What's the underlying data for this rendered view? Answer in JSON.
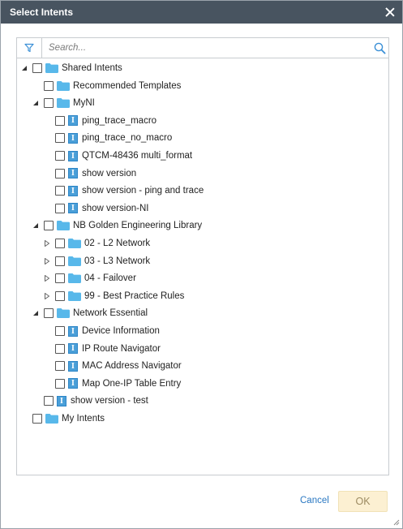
{
  "dialog": {
    "title": "Select Intents"
  },
  "search": {
    "placeholder": "Search..."
  },
  "tree": [
    {
      "label": "Shared Intents",
      "type": "folder",
      "level": 0,
      "toggle": "expanded"
    },
    {
      "label": "Recommended Templates",
      "type": "folder",
      "level": 1,
      "toggle": "none"
    },
    {
      "label": "MyNI",
      "type": "folder",
      "level": 1,
      "toggle": "expanded"
    },
    {
      "label": "ping_trace_macro",
      "type": "intent",
      "level": 2,
      "toggle": "none"
    },
    {
      "label": "ping_trace_no_macro",
      "type": "intent",
      "level": 2,
      "toggle": "none"
    },
    {
      "label": "QTCM-48436 multi_format",
      "type": "intent",
      "level": 2,
      "toggle": "none"
    },
    {
      "label": "show version",
      "type": "intent",
      "level": 2,
      "toggle": "none"
    },
    {
      "label": "show version - ping and trace",
      "type": "intent",
      "level": 2,
      "toggle": "none"
    },
    {
      "label": "show version-NI",
      "type": "intent",
      "level": 2,
      "toggle": "none"
    },
    {
      "label": "NB Golden Engineering Library",
      "type": "folder",
      "level": 1,
      "toggle": "expanded"
    },
    {
      "label": "02 - L2 Network",
      "type": "folder",
      "level": 2,
      "toggle": "collapsed"
    },
    {
      "label": "03 - L3 Network",
      "type": "folder",
      "level": 2,
      "toggle": "collapsed"
    },
    {
      "label": "04 - Failover",
      "type": "folder",
      "level": 2,
      "toggle": "collapsed"
    },
    {
      "label": "99 - Best Practice Rules",
      "type": "folder",
      "level": 2,
      "toggle": "collapsed"
    },
    {
      "label": "Network Essential",
      "type": "folder",
      "level": 1,
      "toggle": "expanded"
    },
    {
      "label": "Device Information",
      "type": "intent",
      "level": 2,
      "toggle": "none"
    },
    {
      "label": "IP Route Navigator",
      "type": "intent",
      "level": 2,
      "toggle": "none"
    },
    {
      "label": "MAC Address Navigator",
      "type": "intent",
      "level": 2,
      "toggle": "none"
    },
    {
      "label": "Map One-IP Table Entry",
      "type": "intent",
      "level": 2,
      "toggle": "none"
    },
    {
      "label": "show version - test",
      "type": "intent",
      "level": 1,
      "toggle": "none"
    },
    {
      "label": "My Intents",
      "type": "folder",
      "level": 0,
      "toggle": "none"
    }
  ],
  "buttons": {
    "cancel": "Cancel",
    "ok": "OK"
  },
  "colors": {
    "titlebar": "#485460",
    "folder": "#58b8ea",
    "intent_icon": "#4a9fd8",
    "link": "#2a78c2",
    "ok_bg": "#fcf0d2"
  },
  "icons": {
    "filter": "filter-icon",
    "search": "search-icon",
    "close": "close-icon",
    "folder": "folder-icon",
    "intent": "intent-icon"
  }
}
